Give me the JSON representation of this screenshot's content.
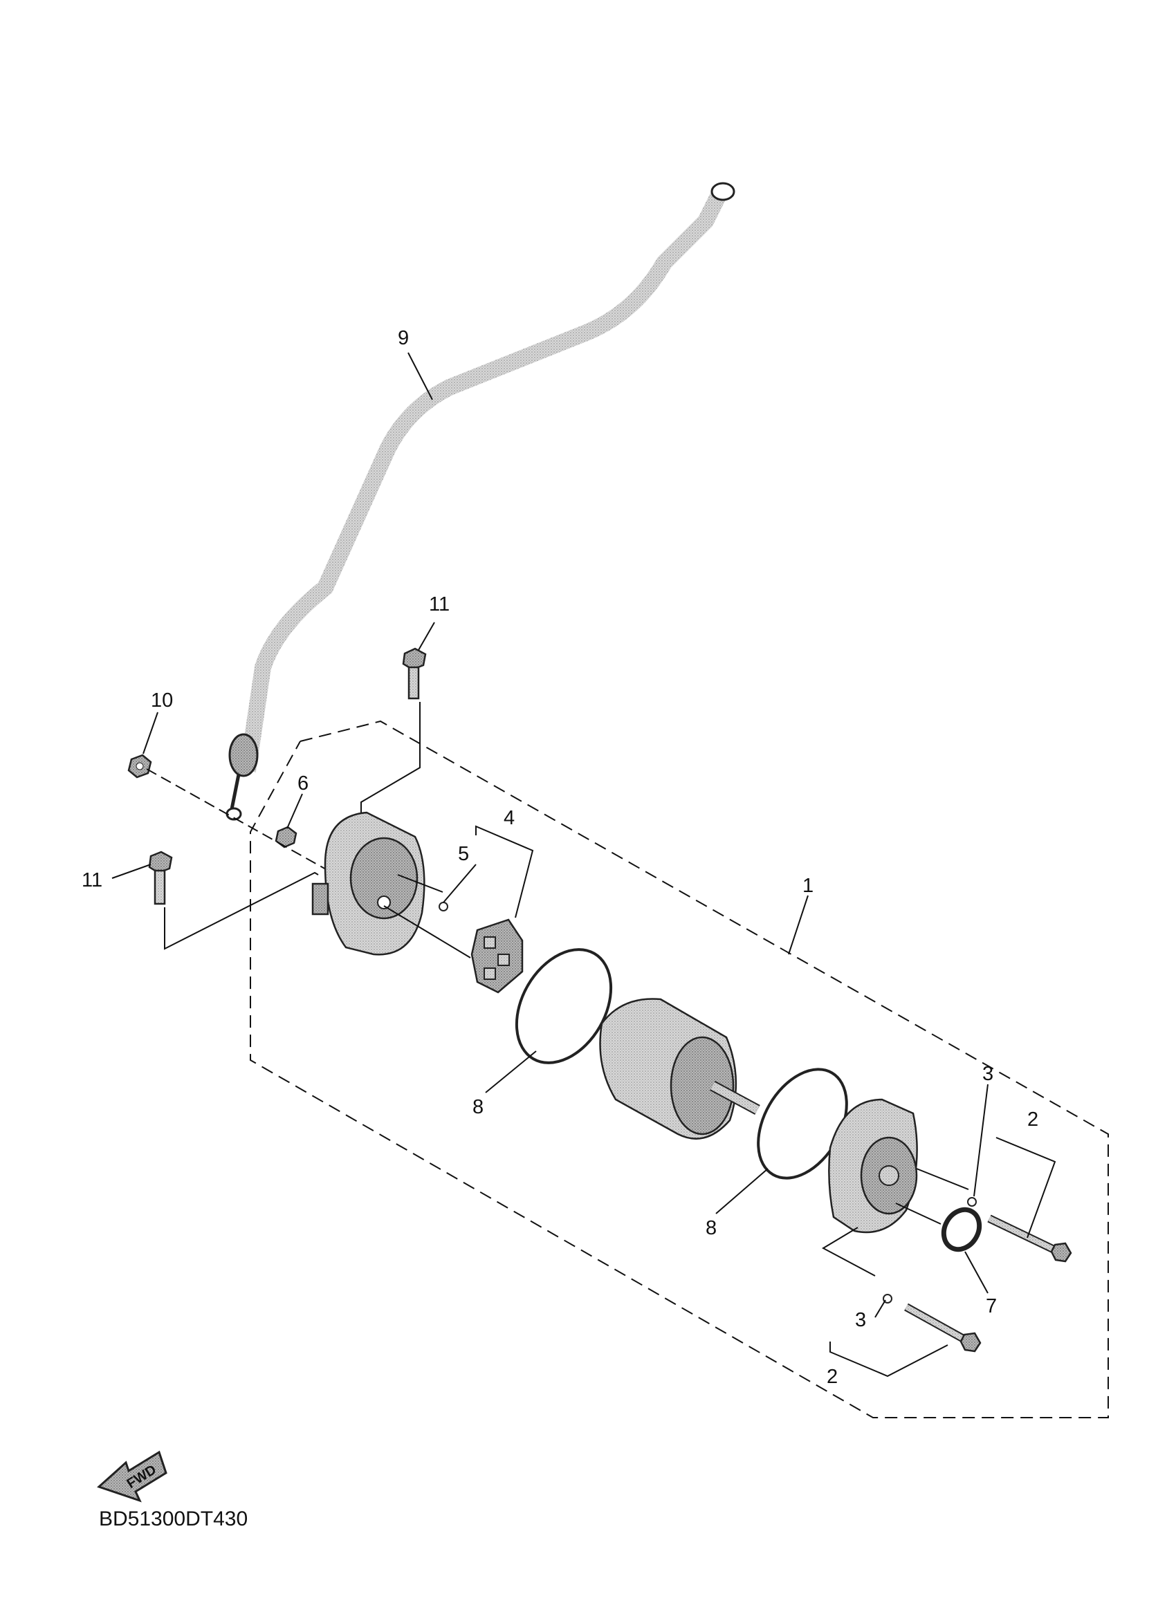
{
  "diagram_code": "BD51300DT430",
  "fwd_label": "FWD",
  "callouts": {
    "c1": "1",
    "c2a": "2",
    "c2b": "2",
    "c3a": "3",
    "c3b": "3",
    "c4": "4",
    "c5": "5",
    "c6": "6",
    "c7": "7",
    "c8a": "8",
    "c8b": "8",
    "c9": "9",
    "c10": "10",
    "c11a": "11",
    "c11b": "11"
  }
}
